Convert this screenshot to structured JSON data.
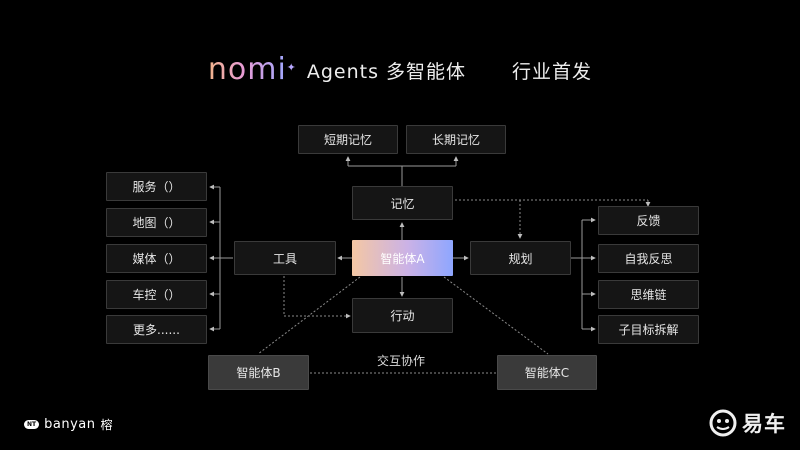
{
  "title": {
    "logo": "nomi",
    "text": "Agents 多智能体",
    "tagline": "行业首发"
  },
  "memory": {
    "short": "短期记忆",
    "long": "长期记忆",
    "node": "记忆"
  },
  "tools": {
    "node": "工具",
    "items": [
      "服务（）",
      "地图（）",
      "媒体（）",
      "车控（）",
      "更多......"
    ]
  },
  "core": "智能体A",
  "planning": {
    "node": "规划",
    "items": [
      "反馈",
      "自我反思",
      "思维链",
      "子目标拆解"
    ]
  },
  "action": "行动",
  "agents": {
    "b": "智能体B",
    "c": "智能体C",
    "collab": "交互协作"
  },
  "footer": {
    "nt": "NT",
    "brand": "banyan",
    "brand_cn": "榕",
    "watermark": "易车"
  },
  "colors": {
    "line": "#bdbdbd",
    "box_bg": "#151515",
    "box_border": "#3a3a3a",
    "agent_bg": "#3a3a3a"
  }
}
